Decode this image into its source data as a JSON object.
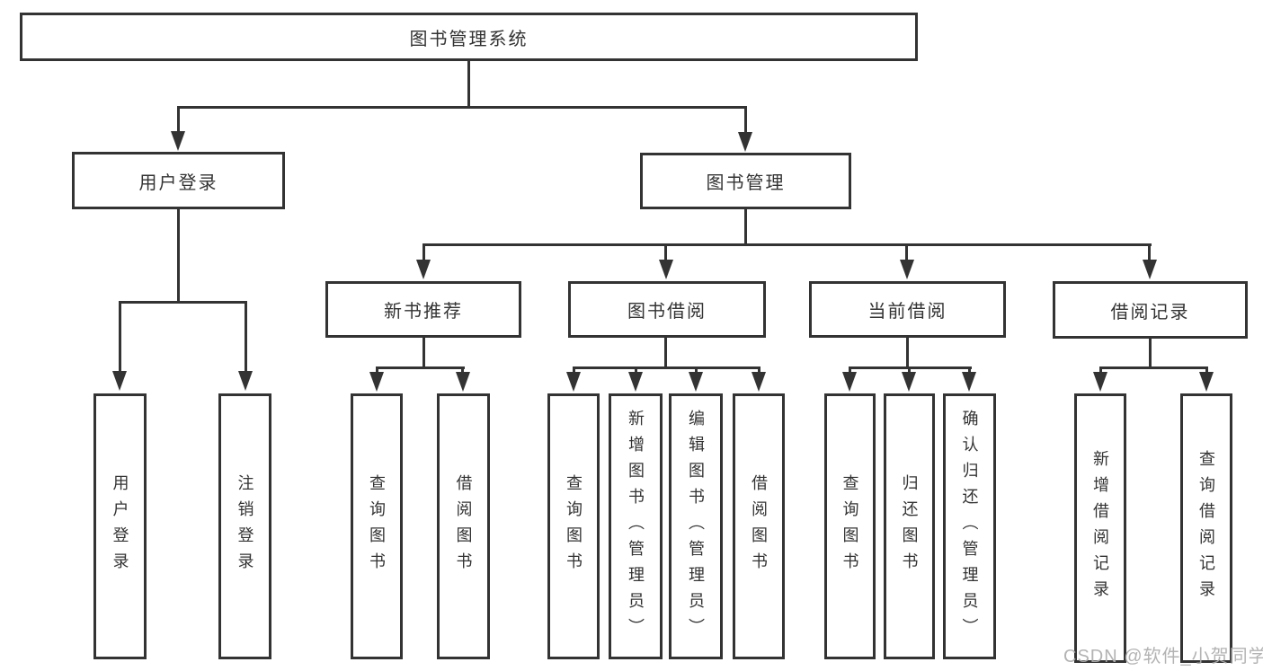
{
  "diagram": {
    "colors": {
      "line": "#333333",
      "text": "#333333",
      "background": "#ffffff",
      "watermark": "#acacac"
    },
    "tree": {
      "root": {
        "label": "图书管理系统"
      },
      "branches": [
        {
          "label": "用户登录",
          "children": [
            {
              "label": "用户登录"
            },
            {
              "label": "注销登录"
            }
          ]
        },
        {
          "label": "图书管理",
          "children": [
            {
              "label": "新书推荐",
              "children": [
                {
                  "label": "查询图书"
                },
                {
                  "label": "借阅图书"
                }
              ]
            },
            {
              "label": "图书借阅",
              "children": [
                {
                  "label": "查询图书"
                },
                {
                  "label": "新增图书（管理员）"
                },
                {
                  "label": "编辑图书（管理员）"
                },
                {
                  "label": "借阅图书"
                }
              ]
            },
            {
              "label": "当前借阅",
              "children": [
                {
                  "label": "查询图书"
                },
                {
                  "label": "归还图书"
                },
                {
                  "label": "确认归还（管理员）"
                }
              ]
            },
            {
              "label": "借阅记录",
              "children": [
                {
                  "label": "新增借阅记录"
                },
                {
                  "label": "查询借阅记录"
                }
              ]
            }
          ]
        }
      ]
    },
    "watermark": {
      "text": "CSDN @软件_小贺同学"
    }
  }
}
